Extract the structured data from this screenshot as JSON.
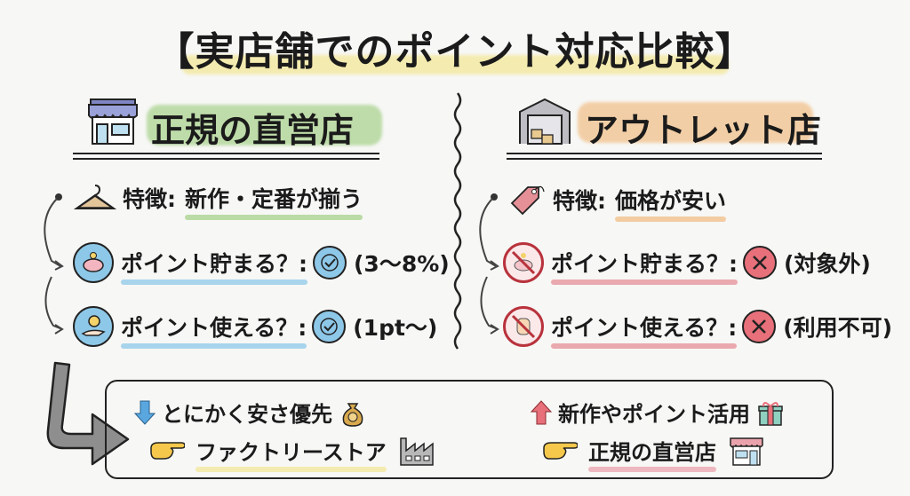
{
  "title": "【実店舗でのポイント対応比較】",
  "left": {
    "heading": "正規の直営店",
    "icon": "storefront-icon",
    "feature_label": "特徴:",
    "feature_value": "新作・定番が揃う",
    "feature_icon": "hanger-icon",
    "earn_label": "ポイント貯まる？:",
    "earn_icon": "piggy-bank-icon",
    "earn_status": "check",
    "earn_note": "(3〜8%)",
    "use_label": "ポイント使える？:",
    "use_icon": "coin-hand-icon",
    "use_status": "check",
    "use_note": "(1pt〜)",
    "accent": "#8ec8e8",
    "heading_highlight": "#a6d18a"
  },
  "right": {
    "heading": "アウトレット店",
    "icon": "warehouse-icon",
    "feature_label": "特徴:",
    "feature_value": "価格が安い",
    "feature_icon": "price-tag-icon",
    "earn_label": "ポイント貯まる？:",
    "earn_icon": "no-piggy-bank-icon",
    "earn_status": "cross",
    "earn_note": "(対象外)",
    "use_label": "ポイント使える？:",
    "use_icon": "no-hand-icon",
    "use_status": "cross",
    "use_note": "(利用不可)",
    "accent": "#e58f96",
    "heading_highlight": "#f1bd85"
  },
  "summary": {
    "left_condition": "とにかく安さ優先",
    "left_condition_icon": "money-bag-icon",
    "left_result": "ファクトリーストア",
    "left_result_icon": "factory-icon",
    "right_condition": "新作やポイント活用",
    "right_condition_icon": "gift-icon",
    "right_result": "正規の直営店",
    "right_result_icon": "storefront-icon"
  }
}
